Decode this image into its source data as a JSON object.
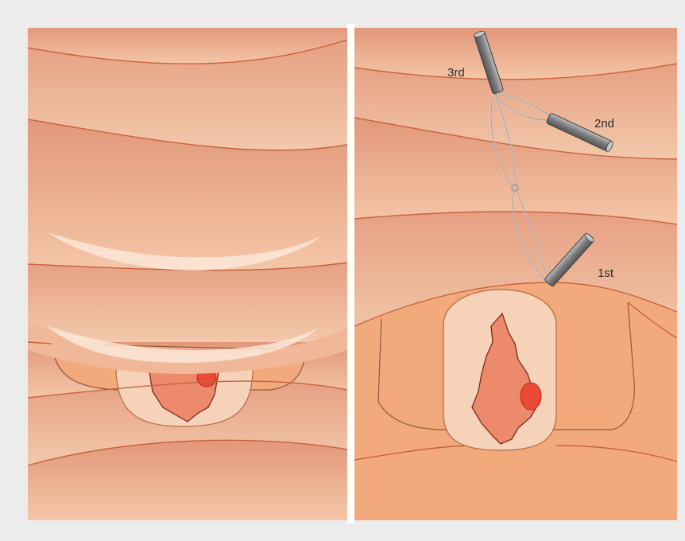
{
  "figure": {
    "colors": {
      "frame": "#ececec",
      "tissue_light": "#f3c3a4",
      "tissue_dark": "#e49c7c",
      "fold_line": "#c8623c",
      "mucosa_outer": "#f2aa7c",
      "incision_area": "#f6d2b9",
      "lesion": "#ee8a6c",
      "vessel_dot": "#e84a35",
      "clip_metal": "#8a8a8a",
      "thread": "#d8d8d8"
    },
    "left_panel": {},
    "right_panel": {
      "clips": [
        {
          "label": "3rd",
          "icon": "clip-icon"
        },
        {
          "label": "2nd",
          "icon": "clip-icon"
        },
        {
          "label": "1st",
          "icon": "clip-icon"
        }
      ]
    }
  }
}
